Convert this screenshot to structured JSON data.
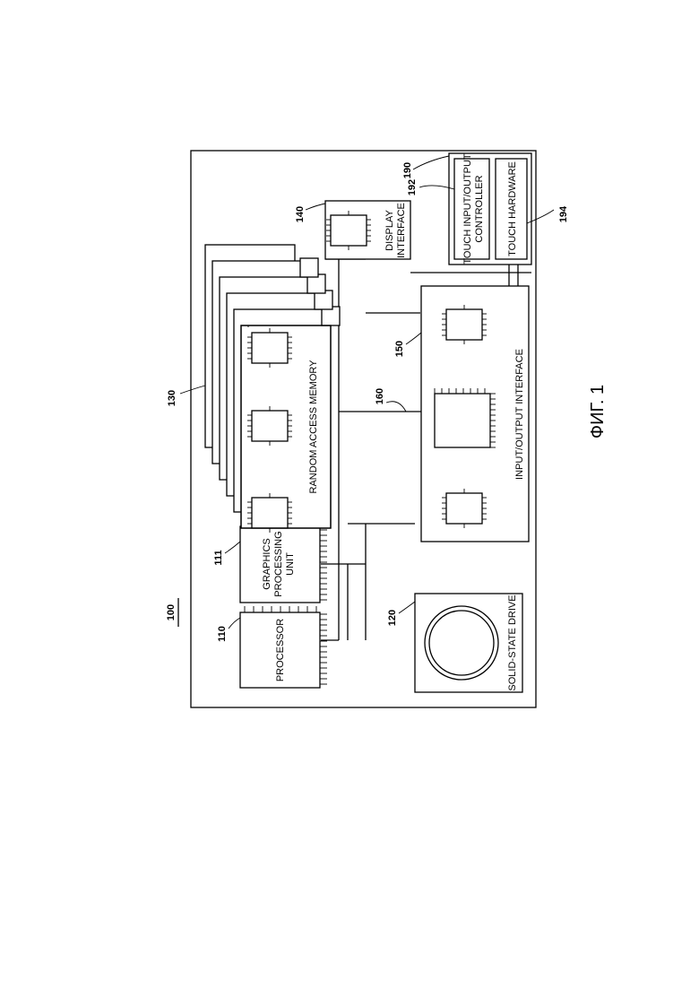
{
  "refs": {
    "system": "100",
    "processor": "110",
    "gpu": "111",
    "ssd": "120",
    "ram": "130",
    "display": "140",
    "io": "150",
    "bus": "160",
    "touch": "190",
    "touch_controller": "192",
    "touch_hardware": "194"
  },
  "labels": {
    "processor": "PROCESSOR",
    "gpu_line1": "GRAPHICS",
    "gpu_line2": "PROCESSING",
    "gpu_line3": "UNIT",
    "ssd": "SOLID-STATE DRIVE",
    "ram": "RANDOM ACCESS MEMORY",
    "display_line1": "DISPLAY",
    "display_line2": "INTERFACE",
    "io": "INPUT/OUTPUT INTERFACE",
    "touch_controller_line1": "TOUCH INPUT/OUTPUT",
    "touch_controller_line2": "CONTROLLER",
    "touch_hardware": "TOUCH HARDWARE"
  },
  "figure_caption": "ФИГ. 1"
}
